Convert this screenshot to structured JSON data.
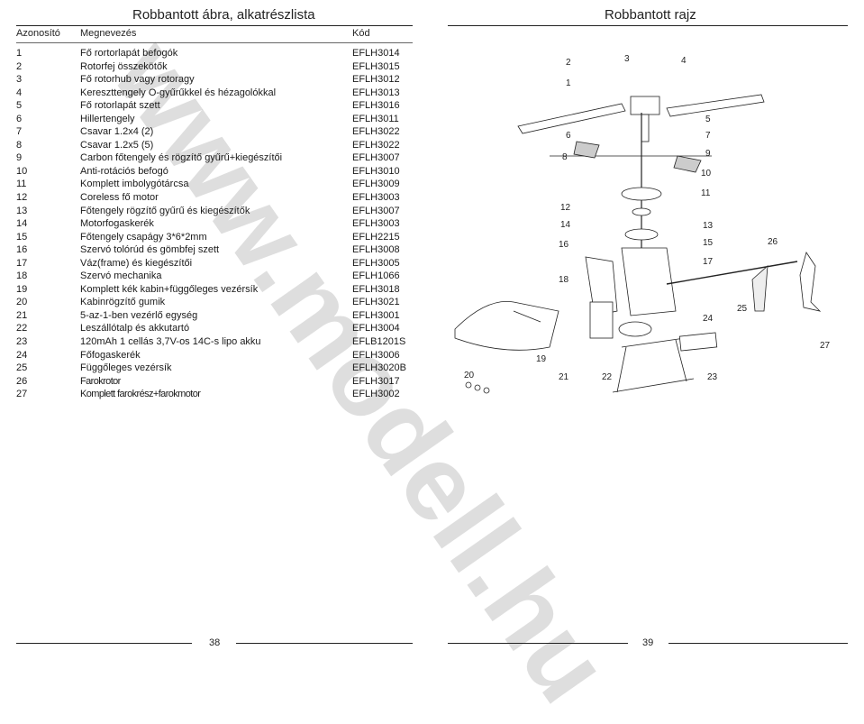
{
  "left_page": {
    "title": "Robbantott ábra, alkatrészlista",
    "columns": {
      "id": "Azonosító",
      "name": "Megnevezés",
      "code": "Kód"
    },
    "rows": [
      {
        "id": "1",
        "name": "Fő rortorlapát befogók",
        "code": "EFLH3014"
      },
      {
        "id": "2",
        "name": "Rotorfej összekötők",
        "code": "EFLH3015"
      },
      {
        "id": "3",
        "name": "Fő rotorhub vagy rotoragy",
        "code": "EFLH3012"
      },
      {
        "id": "4",
        "name": "Kereszttengely O-gyűrűkkel és hézagolókkal",
        "code": "EFLH3013"
      },
      {
        "id": "5",
        "name": "Fő rotorlapát szett",
        "code": "EFLH3016"
      },
      {
        "id": "6",
        "name": "Hillertengely",
        "code": "EFLH3011"
      },
      {
        "id": "7",
        "name": "Csavar 1.2x4 (2)",
        "code": "EFLH3022"
      },
      {
        "id": "8",
        "name": "Csavar 1.2x5 (5)",
        "code": "EFLH3022"
      },
      {
        "id": "9",
        "name": "Carbon főtengely és rögzítő gyűrű+kiegészítői",
        "code": "EFLH3007"
      },
      {
        "id": "10",
        "name": "Anti-rotációs befogó",
        "code": "EFLH3010"
      },
      {
        "id": "11",
        "name": "Komplett imbolygótárcsa",
        "code": "EFLH3009"
      },
      {
        "id": "12",
        "name": "Coreless fő motor",
        "code": "EFLH3003"
      },
      {
        "id": "13",
        "name": "Főtengely rögzítő gyűrű és kiegészítők",
        "code": "EFLH3007"
      },
      {
        "id": "14",
        "name": "Motorfogaskerék",
        "code": "EFLH3003"
      },
      {
        "id": "15",
        "name": "Főtengely csapágy 3*6*2mm",
        "code": "EFLH2215"
      },
      {
        "id": "16",
        "name": "Szervó tolórúd és gömbfej szett",
        "code": "EFLH3008"
      },
      {
        "id": "17",
        "name": "Váz(frame) és kiegészítői",
        "code": "EFLH3005"
      },
      {
        "id": "18",
        "name": "Szervó mechanika",
        "code": "EFLH1066"
      },
      {
        "id": "19",
        "name": "Komplett kék kabin+függőleges vezérsík",
        "code": "EFLH3018"
      },
      {
        "id": "20",
        "name": "Kabinrögzítő gumik",
        "code": "EFLH3021"
      },
      {
        "id": "21",
        "name": "5-az-1-ben vezérlő egység",
        "code": "EFLH3001"
      },
      {
        "id": "22",
        "name": "Leszállótalp és akkutartó",
        "code": "EFLH3004"
      },
      {
        "id": "23",
        "name": "120mAh 1 cellás 3,7V-os 14C-s lipo akku",
        "code": "EFLB1201S"
      },
      {
        "id": "24",
        "name": "Főfogaskerék",
        "code": "EFLH3006"
      },
      {
        "id": "25",
        "name": "Függőleges vezérsík",
        "code": "EFLH3020B"
      },
      {
        "id": "26",
        "name": "Farokrotor",
        "code": "EFLH3017"
      },
      {
        "id": "27",
        "name": "Komplett farokrész+farokmotor",
        "code": "EFLH3002"
      }
    ],
    "page_number": "38"
  },
  "right_page": {
    "title": "Robbantott rajz",
    "callouts": [
      "1",
      "2",
      "3",
      "4",
      "5",
      "6",
      "7",
      "8",
      "9",
      "10",
      "11",
      "12",
      "13",
      "14",
      "15",
      "16",
      "17",
      "18",
      "19",
      "20",
      "21",
      "22",
      "23",
      "24",
      "25",
      "26",
      "27"
    ],
    "page_number": "39"
  },
  "watermark": "www.modell.hu"
}
